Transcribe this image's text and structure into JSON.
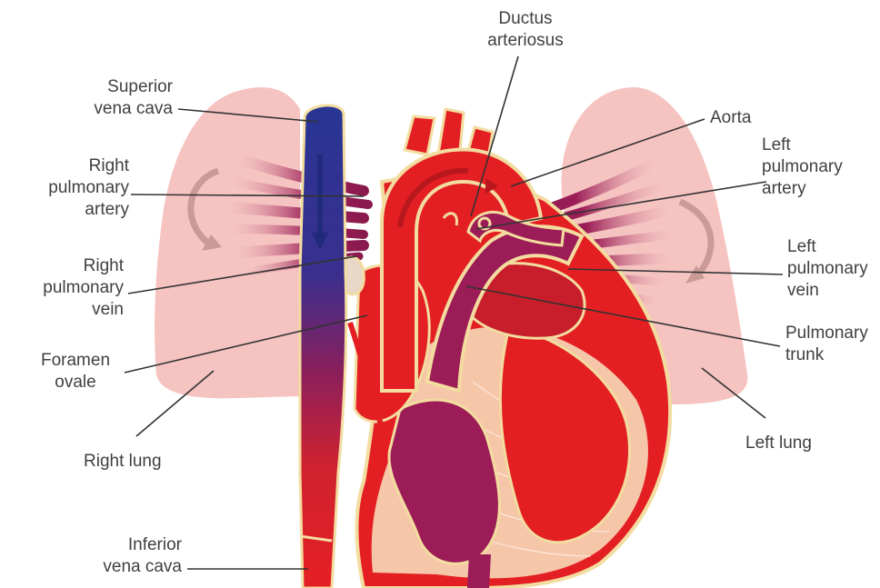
{
  "colors": {
    "lung": "#f5c3c0",
    "oxygenated": "#e41f23",
    "mixed": "#9b1c56",
    "deoxygenated": "#283593",
    "outline": "#f3dca0",
    "muscle": "#f6c6a8",
    "leader": "#333333"
  },
  "labels": {
    "ductus_arteriosus": "Ductus\narteriosus",
    "superior_vena_cava": "Superior\nvena cava",
    "aorta": "Aorta",
    "right_pulmonary_artery": "Right\npulmonary\nartery",
    "left_pulmonary_artery": "Left\npulmonary\nartery",
    "right_pulmonary_vein": "Right\npulmonary\nvein",
    "left_pulmonary_vein": "Left\npulmonary\nvein",
    "foramen_ovale": "Foramen\novale",
    "pulmonary_trunk": "Pulmonary\ntrunk",
    "right_lung": "Right lung",
    "left_lung": "Left lung",
    "inferior_vena_cava": "Inferior\nvena cava"
  }
}
